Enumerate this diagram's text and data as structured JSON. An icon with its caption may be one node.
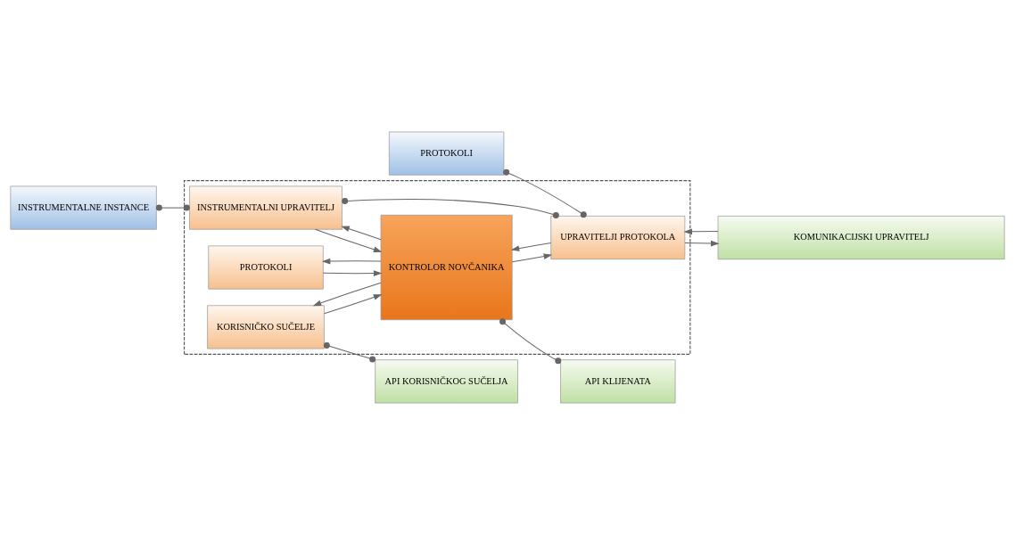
{
  "diagram": {
    "nodes": [
      {
        "text": [],
        "shape": "box"
      },
      {
        "text": [
          "PROTOKOLI"
        ],
        "in": 0
      },
      {
        "text": [
          "KORISNIČKO SUČELJE"
        ],
        "in": 0
      },
      {
        "text": [
          "API KORISNIČKOG SUČELJA"
        ]
      },
      {
        "text": [
          "INSTRUMENTALNE INSTANCE"
        ]
      },
      {
        "text": [
          "INSTRUMENTALNI UPRAVITELJ"
        ],
        "in": 0
      },
      {
        "text": [
          "KONTROLOR NOVČANIKA"
        ],
        "in": 0
      },
      {
        "text": [
          "API KLIJENATA"
        ]
      },
      {
        "text": [
          "PROTOKOLI"
        ]
      },
      {
        "text": [
          "UPRAVITELJI PROTOKOLA"
        ],
        "in": 0
      },
      {
        "text": [
          "KOMUNIKACIJSKI UPRAVITELJ"
        ]
      }
    ],
    "edges": [
      {
        "from": 1,
        "to": 6,
        "arrow": "to"
      },
      {
        "from": 6,
        "to": 1,
        "arrow": "to"
      },
      {
        "from": 6,
        "to": 2,
        "arrow": "to"
      },
      {
        "from": 2,
        "to": 6,
        "arrow": "to"
      },
      {
        "from": 2,
        "to": 3,
        "arrow": "other"
      },
      {
        "from": 4,
        "to": 5,
        "arrow": "other"
      },
      {
        "from": 6,
        "to": 5,
        "arrow": "to"
      },
      {
        "from": 5,
        "to": 6,
        "arrow": "to"
      },
      {
        "from": 6,
        "to": 7,
        "arrow": "other"
      },
      {
        "from": 5,
        "to": 9,
        "arrow": "other"
      },
      {
        "from": 8,
        "to": 9,
        "arrow": "other"
      },
      {
        "from": 6,
        "to": 9,
        "arrow": "to"
      },
      {
        "from": 9,
        "to": 6,
        "arrow": "to"
      },
      {
        "from": 10,
        "to": 9,
        "arrow": "to"
      },
      {
        "from": 9,
        "to": 10,
        "arrow": "to"
      }
    ]
  }
}
